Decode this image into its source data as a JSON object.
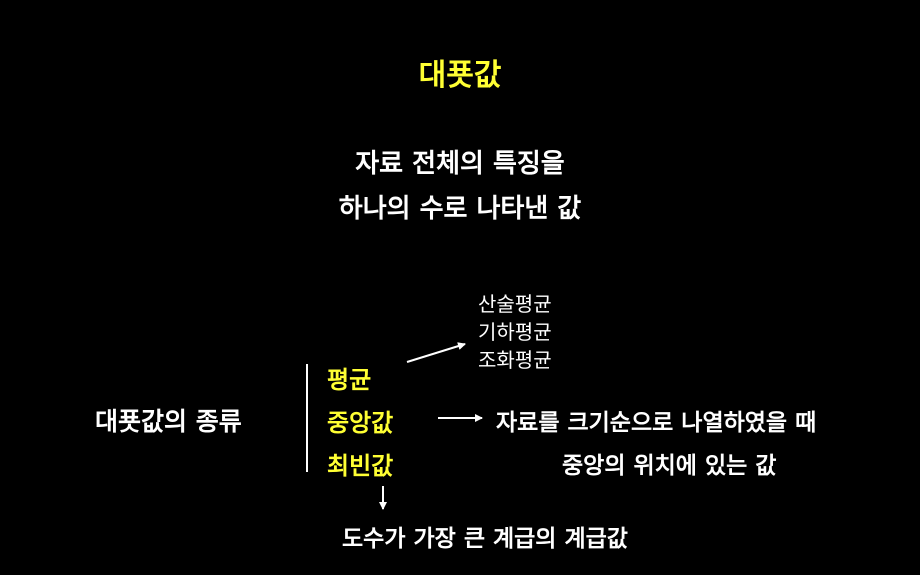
{
  "title": "대푯값",
  "definition": {
    "line1": "자료 전체의 특징을",
    "line2": "하나의 수로 나타낸 값"
  },
  "category_label": "대푯값의 종류",
  "types": {
    "mean": "평균",
    "median": "중앙값",
    "mode": "최빈값"
  },
  "mean_subtypes": [
    "산술평균",
    "기하평균",
    "조화평균"
  ],
  "median_desc": {
    "line1": "자료를 크기순으로 나열하였을 때",
    "line2": "중앙의 위치에 있는 값"
  },
  "mode_desc": "도수가 가장 큰 계급의 계급값",
  "colors": {
    "background": "#000000",
    "highlight": "#ffff33",
    "text": "#ffffff"
  }
}
